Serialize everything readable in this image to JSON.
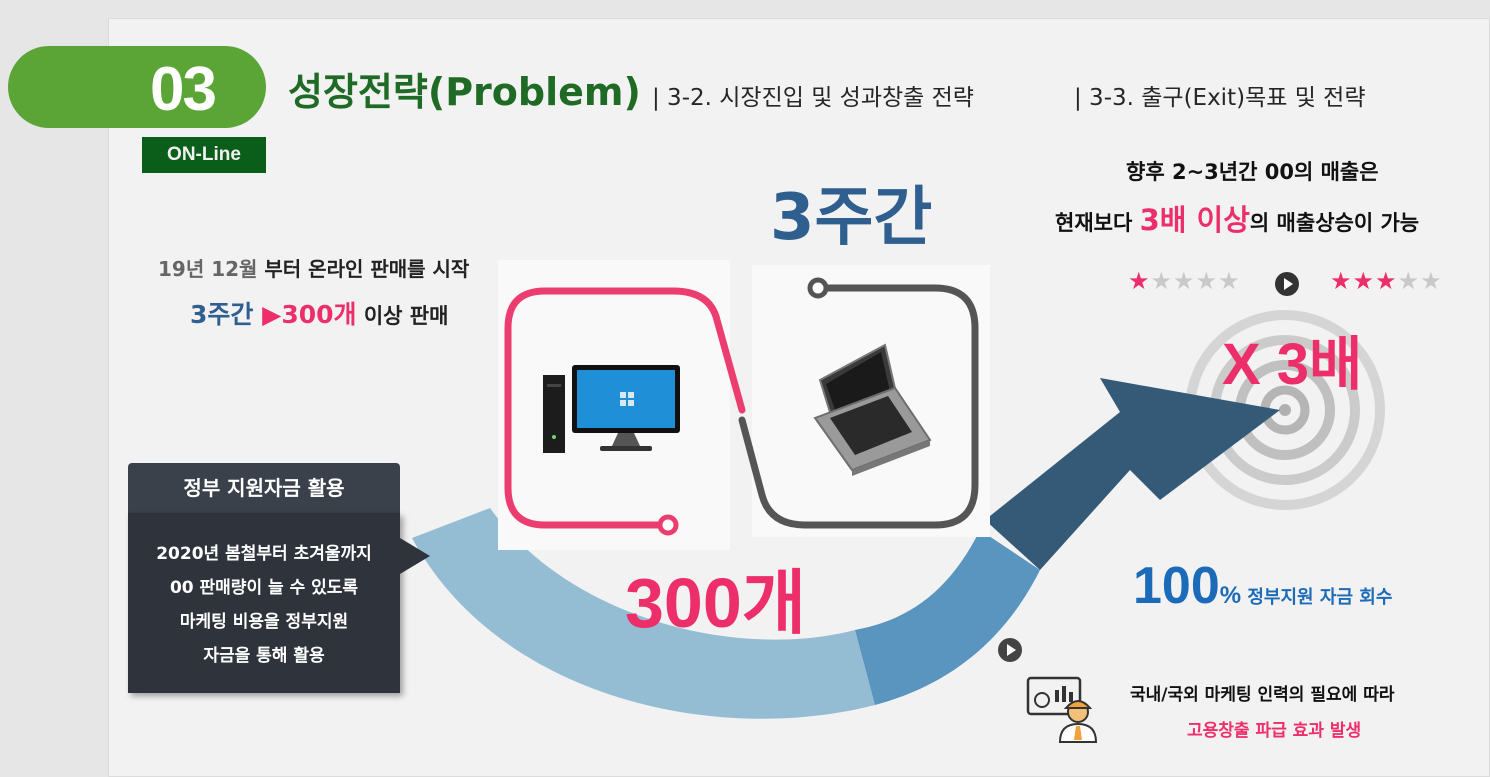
{
  "header": {
    "section_number": "03",
    "section_tag": "ON-Line",
    "title": "성장전략(Problem)",
    "sub1": "| 3-2. 시장진입 및 성과창출 전략",
    "sub2": "| 3-3. 출구(Exit)목표 및 전략"
  },
  "duration_label": "3주간",
  "online_sales": {
    "line1_date": "19년 12월",
    "line1_rest": " 부터 온라인 판매를 시작",
    "line2_period": "3주간",
    "line2_arrow": "▶",
    "line2_count": "300개",
    "line2_rest": " 이상 판매"
  },
  "forecast": {
    "line1": "향후 2~3년간 00의 매출은",
    "line2_pre": "현재보다 ",
    "line2_em": "3배 이상",
    "line2_post": "의 매출상승이 가능"
  },
  "rating_before": {
    "on": "★",
    "off": "★★★★"
  },
  "rating_after": {
    "on": "★★★",
    "off": "★★"
  },
  "multiplier": "X 3배",
  "gov_box": {
    "title": "정부 지원자금 활용",
    "lines": [
      "2020년 봄철부터 초겨울까지",
      "00 판매량이 늘 수 있도록",
      "마케팅 비용을 정부지원",
      "자금을 통해 활용"
    ]
  },
  "units_sold": "300개",
  "recovery": {
    "number": "100",
    "unit": "%",
    "text": " 정부지원 자금 회수"
  },
  "employment": {
    "line1": "국내/국외 마케팅 인력의 필요에 따라",
    "line2": "고용창출 파급 효과 발생"
  },
  "colors": {
    "green": "#5aa536",
    "dark_green": "#0b5e1a",
    "pink": "#ec2f6b",
    "navy": "#2f5f8f",
    "arrow_dark": "#355a78",
    "arrow_mid": "#5a95bf",
    "arrow_light": "#94bdd4"
  },
  "icons": [
    "desktop-computer-icon",
    "laptop-icon",
    "target-icon",
    "arrow-circle-icon",
    "play-circle-icon",
    "worker-presentation-icon"
  ]
}
